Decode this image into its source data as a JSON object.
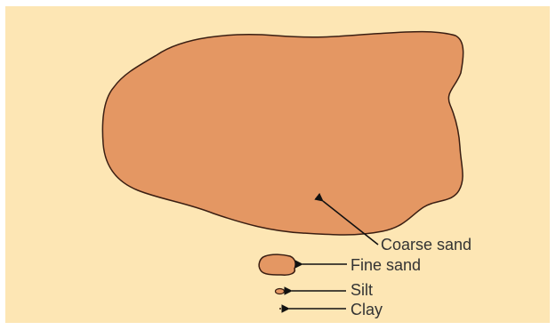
{
  "diagram": {
    "colors": {
      "background": "#fde6b4",
      "particle_fill": "#e49763",
      "particle_outline": "#3a1e12",
      "arrow": "#111111",
      "label_text": "#333333"
    },
    "particles": [
      {
        "name": "coarse-sand",
        "label": "Coarse sand"
      },
      {
        "name": "fine-sand",
        "label": "Fine sand"
      },
      {
        "name": "silt",
        "label": "Silt"
      },
      {
        "name": "clay",
        "label": "Clay"
      }
    ]
  }
}
